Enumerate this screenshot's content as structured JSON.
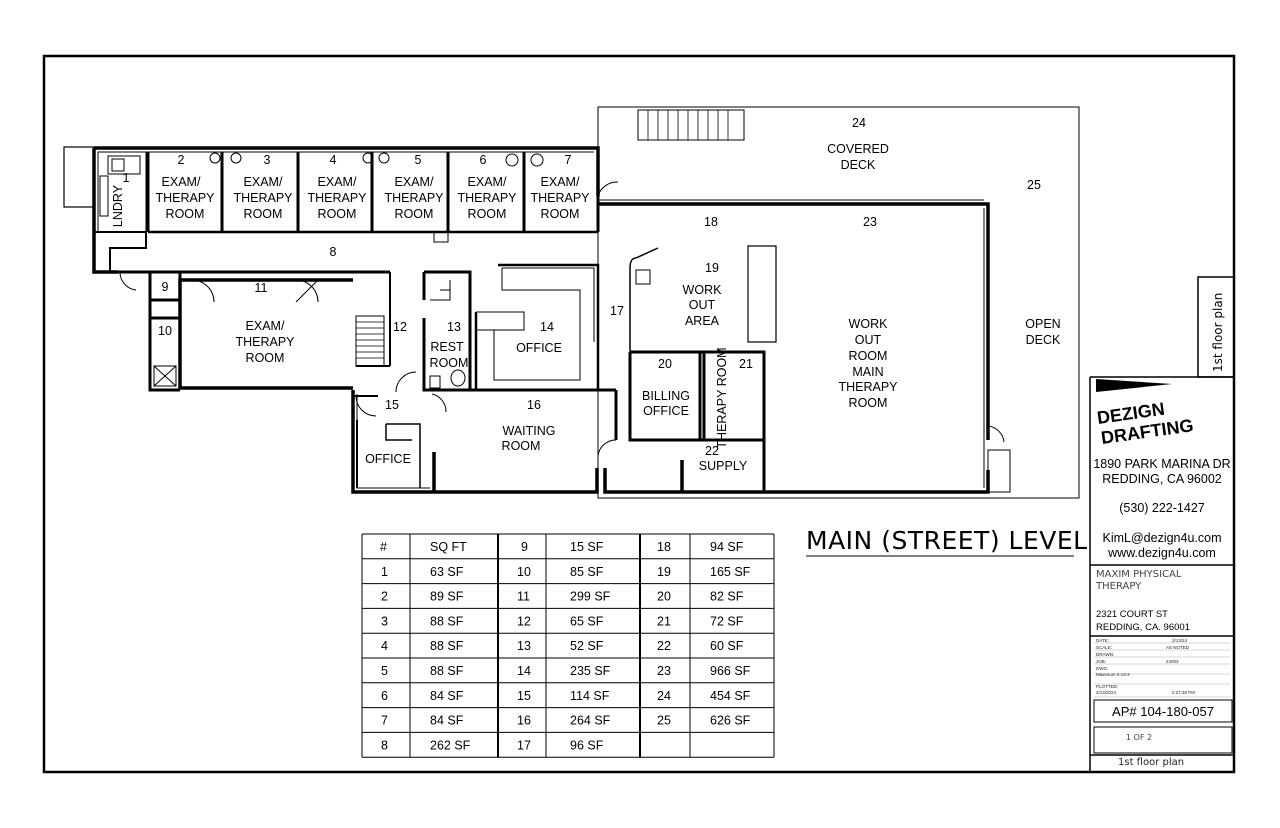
{
  "plan": {
    "title": "MAIN (STREET) LEVEL",
    "rooms": {
      "r1": {
        "num": "1",
        "label": "LNDRY"
      },
      "r2": {
        "num": "2",
        "label": [
          "EXAM/",
          "THERAPY",
          "ROOM"
        ]
      },
      "r3": {
        "num": "3",
        "label": [
          "EXAM/",
          "THERAPY",
          "ROOM"
        ]
      },
      "r4": {
        "num": "4",
        "label": [
          "EXAM/",
          "THERAPY",
          "ROOM"
        ]
      },
      "r5": {
        "num": "5",
        "label": [
          "EXAM/",
          "THERAPY",
          "ROOM"
        ]
      },
      "r6": {
        "num": "6",
        "label": [
          "EXAM/",
          "THERAPY",
          "ROOM"
        ]
      },
      "r7": {
        "num": "7",
        "label": [
          "EXAM/",
          "THERAPY",
          "ROOM"
        ]
      },
      "r8": {
        "num": "8"
      },
      "r9": {
        "num": "9"
      },
      "r10": {
        "num": "10"
      },
      "r11": {
        "num": "11",
        "label": [
          "EXAM/",
          "THERAPY",
          "ROOM"
        ]
      },
      "r12": {
        "num": "12"
      },
      "r13": {
        "num": "13",
        "label": [
          "REST",
          "ROOM"
        ]
      },
      "r14": {
        "num": "14",
        "label": "OFFICE"
      },
      "r15": {
        "num": "15",
        "label": "OFFICE"
      },
      "r16": {
        "num": "16",
        "label": [
          "WAITING",
          "ROOM"
        ]
      },
      "r17": {
        "num": "17"
      },
      "r18": {
        "num": "18"
      },
      "r19": {
        "num": "19",
        "label": [
          "WORK",
          "OUT",
          "AREA"
        ]
      },
      "r20": {
        "num": "20",
        "label": [
          "BILLING",
          "OFFICE"
        ]
      },
      "r21": {
        "num": "21",
        "label": "THERAPY ROOM"
      },
      "r22": {
        "num": "22",
        "label": "SUPPLY"
      },
      "r23": {
        "num": "23",
        "label": [
          "WORK",
          "OUT",
          "ROOM",
          "MAIN",
          "THERAPY",
          "ROOM"
        ]
      },
      "r24": {
        "num": "24",
        "label": [
          "COVERED",
          "DECK"
        ]
      },
      "r25": {
        "num": "25",
        "label": [
          "OPEN",
          "DECK"
        ]
      }
    }
  },
  "sqft_table": {
    "headers": [
      "#",
      "SQ FT"
    ],
    "col1": [
      [
        "1",
        "63 SF"
      ],
      [
        "2",
        "89 SF"
      ],
      [
        "3",
        "88 SF"
      ],
      [
        "4",
        "88 SF"
      ],
      [
        "5",
        "88 SF"
      ],
      [
        "6",
        "84 SF"
      ],
      [
        "7",
        "84 SF"
      ],
      [
        "8",
        "262 SF"
      ]
    ],
    "col2": [
      [
        "9",
        "15 SF"
      ],
      [
        "10",
        "85 SF"
      ],
      [
        "11",
        "299 SF"
      ],
      [
        "12",
        "65 SF"
      ],
      [
        "13",
        "52 SF"
      ],
      [
        "14",
        "235 SF"
      ],
      [
        "15",
        "114 SF"
      ],
      [
        "16",
        "264 SF"
      ],
      [
        "17",
        "96 SF"
      ]
    ],
    "col3": [
      [
        "18",
        "94 SF"
      ],
      [
        "19",
        "165 SF"
      ],
      [
        "20",
        "82 SF"
      ],
      [
        "21",
        "72 SF"
      ],
      [
        "22",
        "60 SF"
      ],
      [
        "23",
        "966 SF"
      ],
      [
        "24",
        "454 SF"
      ],
      [
        "25",
        "626 SF"
      ],
      [
        "",
        ""
      ]
    ]
  },
  "title_block": {
    "side_label": "1st floor plan",
    "logo_line1": "DEZIGN",
    "logo_line2": "DRAFTING",
    "address1": "1890 PARK MARINA DR",
    "address2": "REDDING, CA 96002",
    "phone": "(530) 222-1427",
    "email": "KimL@dezign4u.com",
    "website": "www.dezign4u.com",
    "project_name": "MAXIM PHYSICAL THERAPY",
    "project_address1": "2321 COURT ST",
    "project_address2": "REDDING, CA. 96001",
    "meta": {
      "date_label": "DATE:",
      "date_value": "2/13/24",
      "scale_label": "SCALE:",
      "scale_value": "AS NOTED",
      "drawn_label": "DRAWN:",
      "job_label": "JOB:",
      "job_value": "24003",
      "dwg_label": "DWG:",
      "dwg_value": "Maximum 2-13-2",
      "plotted_label": "PLOTTED:",
      "plotted_value": "2/13/2024",
      "plotted_time": "2:27:36 PM"
    },
    "ap_number": "AP#  104-180-057",
    "sheet": "1  OF 2",
    "sheet_title": "1st floor plan"
  }
}
